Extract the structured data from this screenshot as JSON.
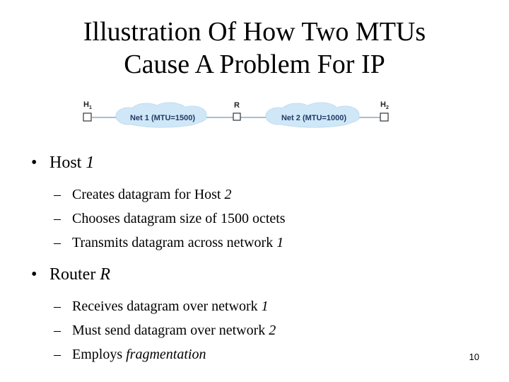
{
  "title": {
    "line1": "Illustration Of How Two MTUs",
    "line2": "Cause A Problem For IP"
  },
  "diagram": {
    "host1": {
      "base": "H",
      "sub": "1"
    },
    "router": "R",
    "host2": {
      "base": "H",
      "sub": "2"
    },
    "net1_label": "Net 1 (MTU=1500)",
    "net2_label": "Net 2 (MTU=1000)",
    "cloud_color": "#cfe7f7",
    "cloud_stroke": "#9ec8e6"
  },
  "bullets": [
    {
      "prefix": "Host ",
      "emph": "1",
      "items": [
        {
          "text": "Creates datagram for Host ",
          "emph": "2"
        },
        {
          "text": "Chooses datagram size of 1500 octets",
          "emph": ""
        },
        {
          "text": "Transmits datagram across network ",
          "emph": "1"
        }
      ]
    },
    {
      "prefix": "Router ",
      "emph": "R",
      "items": [
        {
          "text": "Receives datagram over network ",
          "emph": "1"
        },
        {
          "text": "Must send datagram over network ",
          "emph": "2"
        },
        {
          "text": "Employs ",
          "emph": "fragmentation"
        }
      ]
    }
  ],
  "bullet_symbol": "•",
  "dash_symbol": "–",
  "slide_number": "10"
}
